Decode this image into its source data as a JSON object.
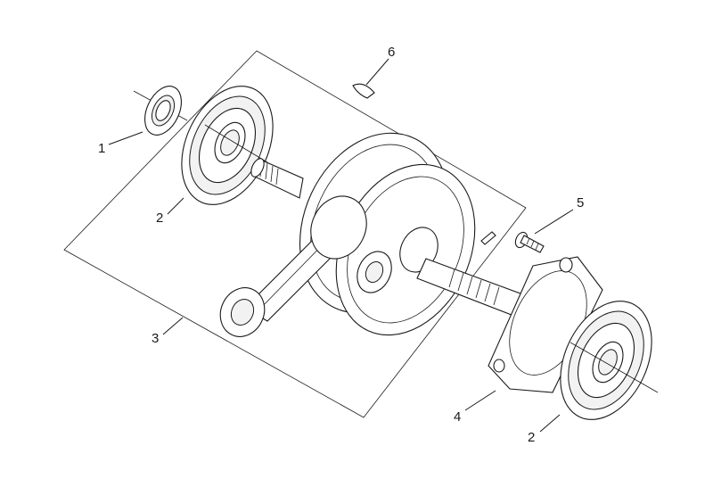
{
  "diagram": {
    "callouts": {
      "c1": "1",
      "c2a": "2",
      "c2b": "2",
      "c3": "3",
      "c4": "4",
      "c5": "5",
      "c6": "6"
    }
  }
}
